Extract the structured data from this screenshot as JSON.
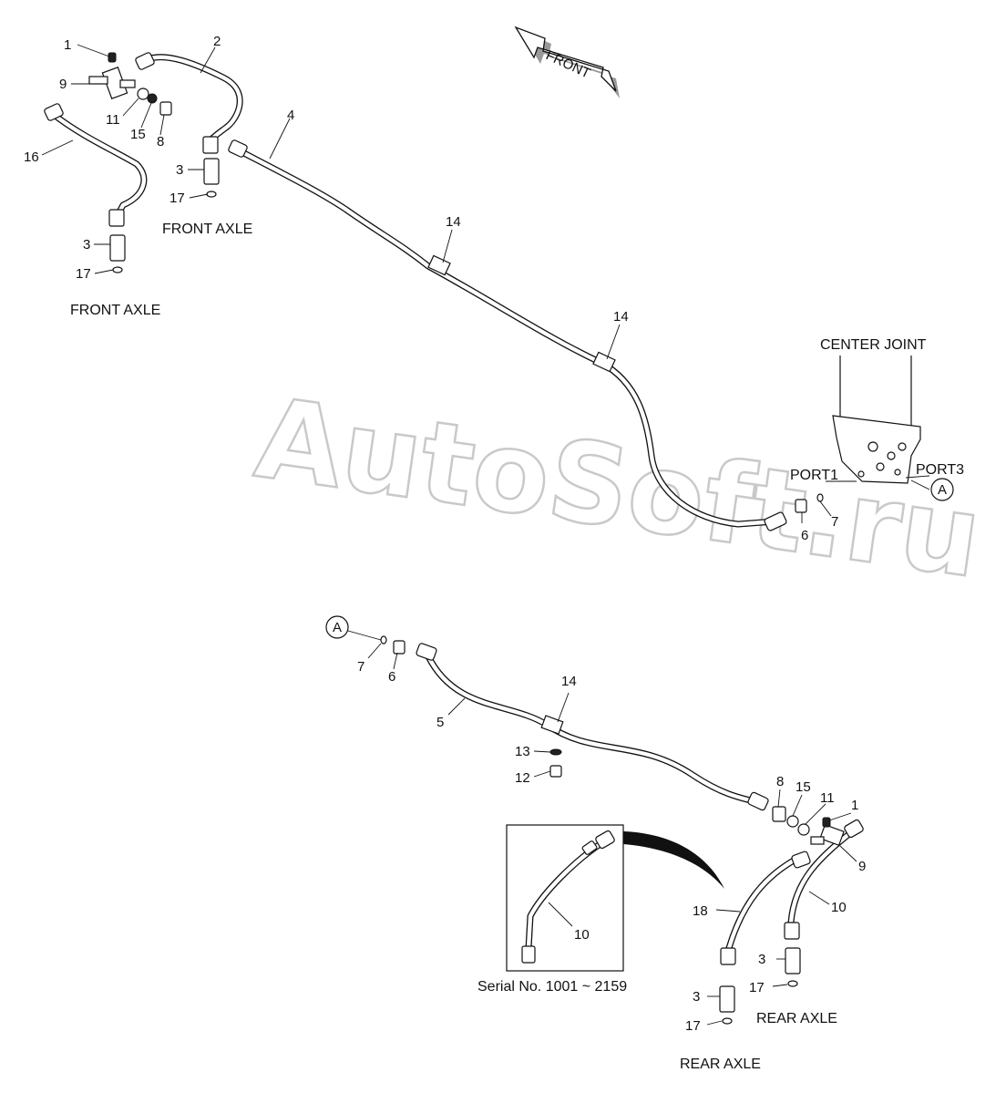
{
  "direction_arrow": {
    "label": "FRONT"
  },
  "captions": {
    "front_axle_upper": "FRONT AXLE",
    "front_axle_lower": "FRONT AXLE",
    "center_joint": "CENTER JOINT",
    "port1": "PORT1",
    "port3": "PORT3",
    "serial_note": "Serial No. 1001 ~ 2159",
    "rear_axle_right": "REAR AXLE",
    "rear_axle_bottom": "REAR AXLE"
  },
  "connectors": {
    "a_top": "A",
    "a_bottom": "A"
  },
  "watermark": "AutoSoft.ru",
  "callouts": {
    "c1": "1",
    "c2": "2",
    "c9": "9",
    "c11": "11",
    "c15": "15",
    "c8": "8",
    "c16": "16",
    "c4": "4",
    "c3a": "3",
    "c17a": "17",
    "c3b": "3",
    "c17b": "17",
    "c14a": "14",
    "c14b": "14",
    "c6a": "6",
    "c7a": "7",
    "c7b": "7",
    "c6b": "6",
    "c14c": "14",
    "c5": "5",
    "c13": "13",
    "c12": "12",
    "c8b": "8",
    "c15b": "15",
    "c11b": "11",
    "c1b": "1",
    "c9b": "9",
    "c10a": "10",
    "c10b": "10",
    "c18": "18",
    "c3c": "3",
    "c17c": "17",
    "c3d": "3",
    "c17d": "17"
  }
}
